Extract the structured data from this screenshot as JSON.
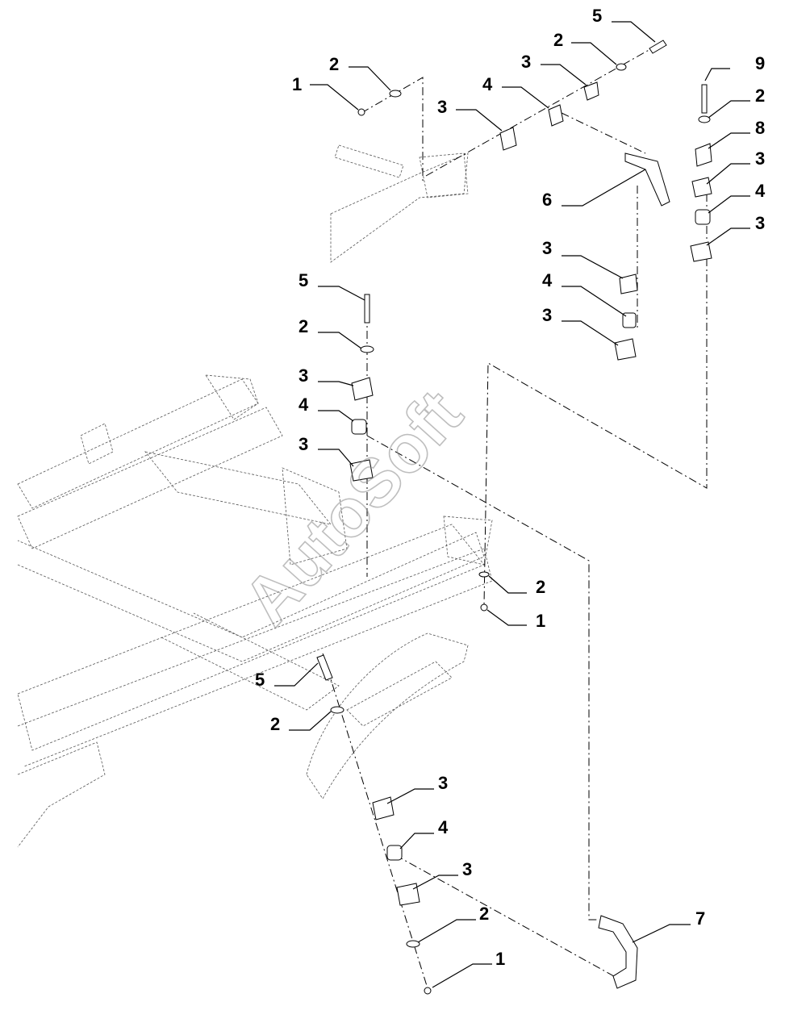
{
  "watermark": "AutoSoft",
  "callouts": [
    {
      "id": "c1",
      "label": "1"
    },
    {
      "id": "c2",
      "label": "2"
    },
    {
      "id": "c3",
      "label": "5"
    },
    {
      "id": "c4",
      "label": "2"
    },
    {
      "id": "c5",
      "label": "3"
    },
    {
      "id": "c6",
      "label": "4"
    },
    {
      "id": "c7",
      "label": "3"
    },
    {
      "id": "c8",
      "label": "9"
    },
    {
      "id": "c9",
      "label": "2"
    },
    {
      "id": "c10",
      "label": "8"
    },
    {
      "id": "c11",
      "label": "3"
    },
    {
      "id": "c12",
      "label": "4"
    },
    {
      "id": "c13",
      "label": "3"
    },
    {
      "id": "c14",
      "label": "6"
    },
    {
      "id": "c15",
      "label": "3"
    },
    {
      "id": "c16",
      "label": "4"
    },
    {
      "id": "c17",
      "label": "3"
    },
    {
      "id": "c18",
      "label": "5"
    },
    {
      "id": "c19",
      "label": "2"
    },
    {
      "id": "c20",
      "label": "3"
    },
    {
      "id": "c21",
      "label": "4"
    },
    {
      "id": "c22",
      "label": "3"
    },
    {
      "id": "c23",
      "label": "2"
    },
    {
      "id": "c24",
      "label": "1"
    },
    {
      "id": "c25",
      "label": "5"
    },
    {
      "id": "c26",
      "label": "2"
    },
    {
      "id": "c27",
      "label": "3"
    },
    {
      "id": "c28",
      "label": "4"
    },
    {
      "id": "c29",
      "label": "3"
    },
    {
      "id": "c30",
      "label": "2"
    },
    {
      "id": "c31",
      "label": "1"
    },
    {
      "id": "c32",
      "label": "7"
    }
  ]
}
